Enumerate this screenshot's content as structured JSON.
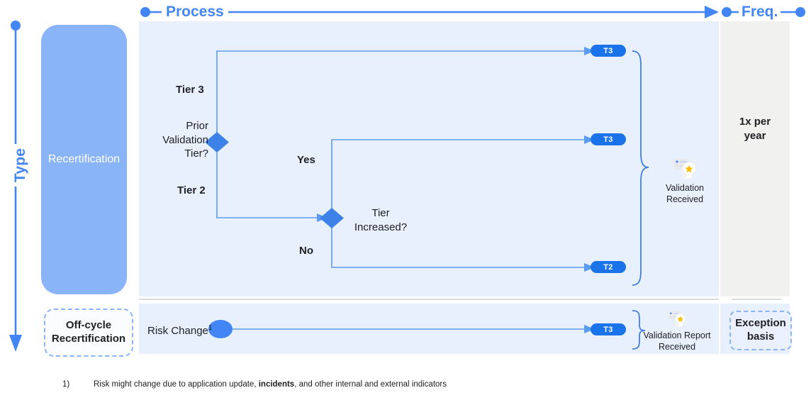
{
  "axes": {
    "vertical": {
      "label": "Type",
      "color": "#4285f4"
    },
    "process": {
      "label": "Process",
      "color": "#4285f4"
    },
    "frequency": {
      "label": "Freq.",
      "color": "#4285f4"
    }
  },
  "type_column": {
    "main": {
      "label": "Recertification",
      "bg": "#8ab4f8",
      "text_color": "#ffffff"
    },
    "offcycle": {
      "label": "Off-cycle\nRecertification",
      "line1": "Off-cycle",
      "line2": "Recertification",
      "border": "#8ab4f8"
    }
  },
  "process_lane_main": {
    "decision_1": {
      "name": "Prior Validation Tier?",
      "line1": "Prior",
      "line2": "Validation",
      "line3": "Tier?",
      "branches": [
        {
          "label": "Tier 3",
          "outcome": "T3"
        },
        {
          "label": "Tier 2",
          "outcome": ""
        }
      ]
    },
    "decision_2": {
      "name": "Tier Increased?",
      "line1": "Tier",
      "line2": "Increased?",
      "branches": [
        {
          "label": "Yes",
          "outcome": "T3"
        },
        {
          "label": "No",
          "outcome": "T2"
        }
      ]
    },
    "outcomes": [
      {
        "id": "t3-top",
        "label": "T3"
      },
      {
        "id": "t3-mid",
        "label": "T3"
      },
      {
        "id": "t2-bottom",
        "label": "T2"
      }
    ],
    "result": {
      "icon": "award-certificate-icon",
      "line1": "Validation",
      "line2": "Received"
    }
  },
  "process_lane_offcycle": {
    "start": {
      "label": "Risk Change",
      "footnote_marker": "1"
    },
    "outcome": {
      "label": "T3"
    },
    "result": {
      "icon": "award-certificate-icon",
      "line1": "Validation Report",
      "line2": "Received"
    }
  },
  "frequency_column": {
    "main": {
      "line1": "1x per",
      "line2": "year"
    },
    "offcycle": {
      "line1": "Exception",
      "line2": "basis"
    }
  },
  "footnote": {
    "marker": "1)",
    "text_before": "Risk might change due to application update, ",
    "text_bold": "incidents",
    "text_after": ", and other internal and external indicators"
  },
  "colors": {
    "accent": "#4285f4",
    "badge": "#1a73e8",
    "lane_bg": "#e8f0fe",
    "freq_bg": "#f1f1f0",
    "block": "#8ab4f8",
    "connector": "#5b9bf0"
  }
}
